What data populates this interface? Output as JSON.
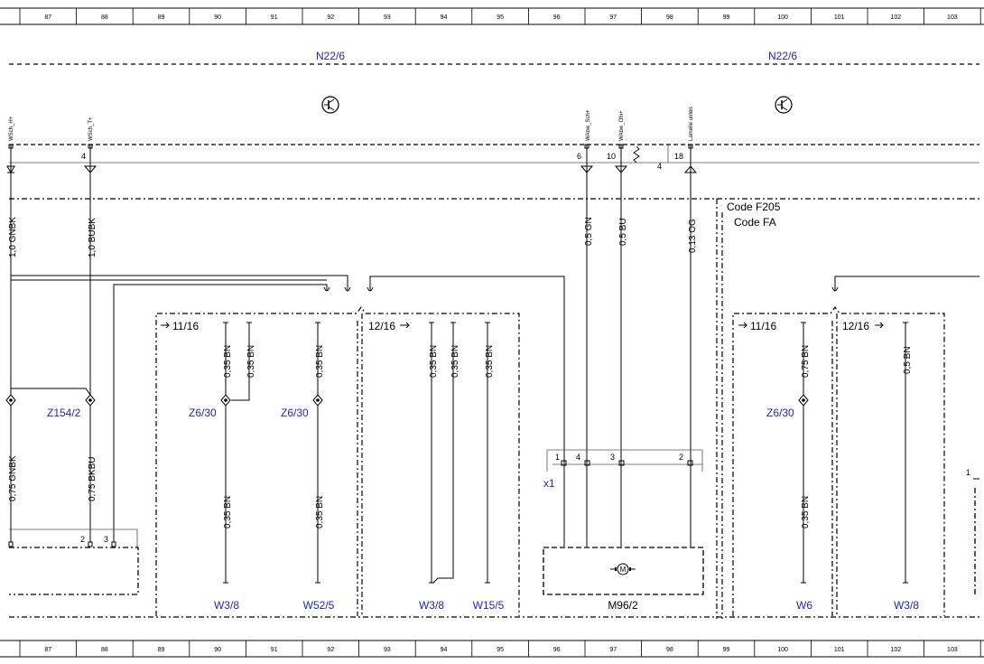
{
  "ruler": {
    "columns": [
      "87",
      "88",
      "89",
      "90",
      "91",
      "92",
      "93",
      "94",
      "95",
      "96",
      "97",
      "98",
      "99",
      "100",
      "101",
      "102",
      "103"
    ]
  },
  "modules": {
    "left": "N22/6",
    "right": "N22/6"
  },
  "signals": {
    "wsch_h": "WSch_H+",
    "wsch_t": "WSch_T+",
    "wabw_sch": "WAbw_Sch+",
    "wabw_ofn": "WAbw_Ofn+",
    "lamelle": "Lamelle unten"
  },
  "pins": {
    "p4a": "4",
    "p6": "6",
    "p10": "10",
    "p4b": "4",
    "p18": "18"
  },
  "codes": {
    "f205": "Code F205",
    "fa": "Code FA"
  },
  "wires": {
    "w1": "1,0 GNBK",
    "w2": "1,0 BUBK",
    "w3": "0,5 GN",
    "w4": "0,5 BU",
    "w5": "0,13 OG",
    "w6": "0,75 GNBK",
    "w7": "0,75 BKBU",
    "bn035": "0,35 BN",
    "bn075": "0,75 BN",
    "bn05": "0,5 BN"
  },
  "refs": {
    "r11a": "11/16",
    "r12a": "12/16",
    "r11b": "11/16",
    "r12b": "12/16"
  },
  "splices": {
    "z154": "Z154/2",
    "z6a": "Z6/30",
    "z6b": "Z6/30",
    "z6c": "Z6/30"
  },
  "connector": {
    "name": "x1",
    "p1": "1",
    "p4": "4",
    "p3": "3",
    "p2": "2",
    "right_pin": "1"
  },
  "left_pins": {
    "p2": "2",
    "p3": "3"
  },
  "grounds": {
    "w38a": "W3/8",
    "w525": "W52/5",
    "w38b": "W3/8",
    "w155": "W15/5",
    "w6": "W6",
    "w38c": "W3/8"
  },
  "motor": {
    "name": "M96/2",
    "symbol": "M"
  }
}
